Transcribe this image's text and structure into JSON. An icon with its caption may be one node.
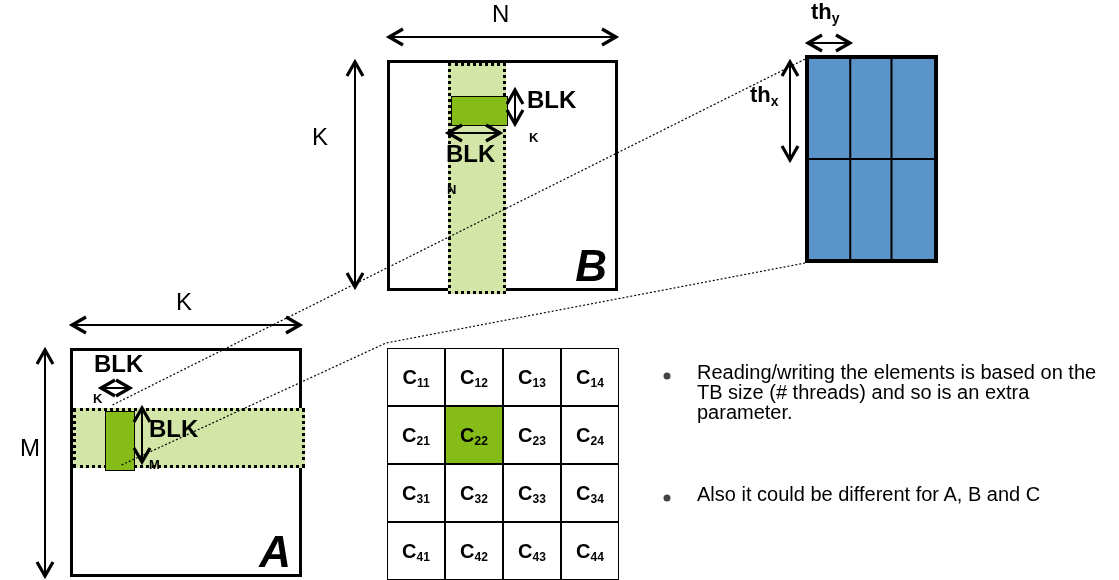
{
  "diagram": {
    "nodes": [
      {
        "text": [
          "B"
        ]
      },
      {
        "text": [],
        "shape": "box",
        "in": 0
      },
      {
        "text": [],
        "shape": "box",
        "in": 1
      },
      {
        "text": [
          "A"
        ]
      },
      {
        "text": [],
        "shape": "box",
        "in": 3
      },
      {
        "text": [],
        "shape": "box",
        "in": 4
      },
      {
        "text": [],
        "shape": "box"
      },
      {
        "text": [
          "C$_{11}$"
        ]
      },
      {
        "text": [
          "C$_{12}$"
        ]
      },
      {
        "text": [
          "C$_{13}$"
        ]
      },
      {
        "text": [
          "C$_{14}$"
        ]
      },
      {
        "text": [
          "C$_{21}$"
        ]
      },
      {
        "text": [
          "C$_{22}$"
        ]
      },
      {
        "text": [
          "C$_{23}$"
        ]
      },
      {
        "text": [
          "C$_{24}$"
        ]
      },
      {
        "text": [
          "C$_{31}$"
        ]
      },
      {
        "text": [
          "C$_{32}$"
        ]
      },
      {
        "text": [
          "C$_{33}$"
        ]
      },
      {
        "text": [
          "C$_{34}$"
        ]
      },
      {
        "text": [
          "C$_{41}$"
        ]
      },
      {
        "text": [
          "C$_{42}$"
        ]
      },
      {
        "text": [
          "C$_{43}$"
        ]
      },
      {
        "text": [
          "C$_{44}$"
        ]
      }
    ],
    "edges": [
      {
        "from": 5,
        "to": 6,
        "arrow": "none",
        "style": "dashed"
      },
      {
        "from": 5,
        "to": 6,
        "arrow": "none",
        "style": "dashed"
      }
    ],
    "labels": [
      "N",
      "K",
      "BLK",
      "K",
      "BLK",
      "N",
      "th$_{y}$",
      "th$_{x}$",
      "K",
      "M",
      "BLK",
      "K",
      "BLK",
      "M",
      "Reading/writing the elements is based on the TB size (# threads) and so is an extra parameter.",
      "Also it  could be different for A, B and C"
    ]
  }
}
